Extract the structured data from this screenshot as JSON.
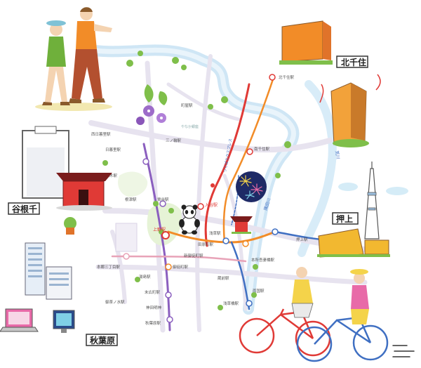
{
  "area_labels": {
    "kitasenju": "北千住",
    "yanesen": "谷根千",
    "oshiage": "押上",
    "akihabara": "秋葉原"
  },
  "stations": [
    {
      "key": "kitasenju",
      "label": "北千住駅"
    },
    {
      "key": "minamisenju",
      "label": "南千住駅"
    },
    {
      "key": "nippori",
      "label": "日暮里駅"
    },
    {
      "key": "minowa",
      "label": "三ノ輪駅"
    },
    {
      "key": "tawaramachi",
      "label": "田原町駅"
    },
    {
      "key": "asakusa",
      "label": "浅草駅"
    },
    {
      "key": "uguisudani",
      "label": "鶯谷駅"
    },
    {
      "key": "ueno",
      "label": "上野駅"
    },
    {
      "key": "iriya",
      "label": "入谷駅"
    },
    {
      "key": "okachimachi",
      "label": "御徒町駅"
    },
    {
      "key": "suehirocho",
      "label": "末広町駅"
    },
    {
      "key": "akihabara",
      "label": "秋葉原駅"
    },
    {
      "key": "oshiage",
      "label": "押上駅"
    },
    {
      "key": "honjoazumabashi",
      "label": "本所吾妻橋駅"
    },
    {
      "key": "hongo3",
      "label": "本郷三丁目駅"
    },
    {
      "key": "kuramae",
      "label": "蔵前駅"
    },
    {
      "key": "asakusabashi",
      "label": "浅草橋駅"
    },
    {
      "key": "sendagi",
      "label": "千駄木駅"
    },
    {
      "key": "nezu",
      "label": "根津駅"
    },
    {
      "key": "yushima",
      "label": "湯島駅"
    },
    {
      "key": "machiya",
      "label": "町屋駅"
    },
    {
      "key": "nishinippori",
      "label": "西日暮里駅"
    },
    {
      "key": "ryogoku",
      "label": "両国駅"
    },
    {
      "key": "shinokachimachi",
      "label": "新御徒町駅"
    },
    {
      "key": "ochanomizu",
      "label": "御茶ノ水駅"
    },
    {
      "key": "kandamyojin",
      "label": "神田明神"
    }
  ],
  "rivers": {
    "sumida": "隅田川",
    "arakawa": "荒川"
  },
  "lines": {
    "tsukuba_express": "つくばエクスプレス"
  },
  "signs": {
    "yanaka_ginza": "やなか銀座"
  },
  "colors": {
    "rail_red": "#e03a36",
    "rail_orange": "#f28c28",
    "rail_blue": "#3f6fc2",
    "rail_purple": "#8b5fbf",
    "river": "#cfe6f5",
    "road": "#e7e3ef",
    "tree": "#7fbf4a"
  }
}
